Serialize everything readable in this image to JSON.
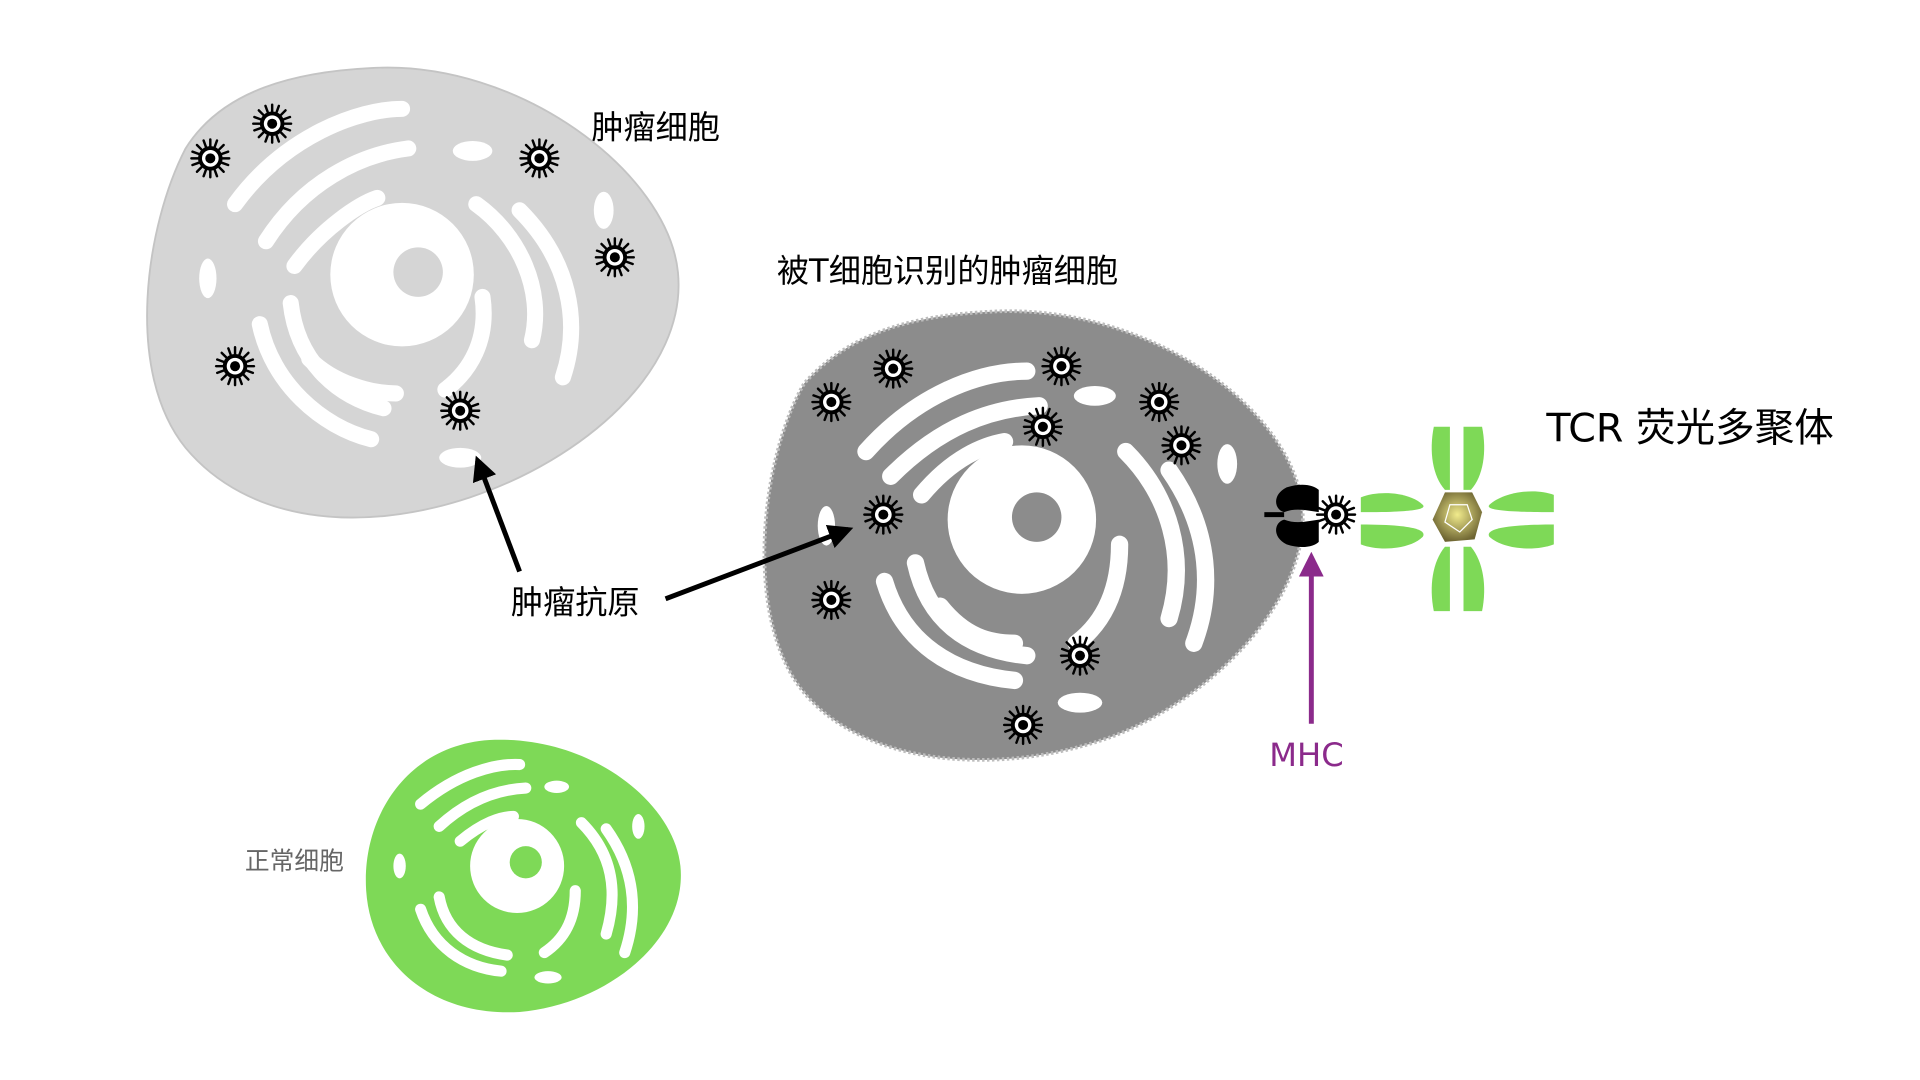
{
  "labels": {
    "tumor_cell": "肿瘤细胞",
    "recognized_tumor_cell": "被T细胞识别的肿瘤细胞",
    "tumor_antigen": "肿瘤抗原",
    "normal_cell": "正常细胞",
    "mhc": "MHC",
    "tcr_multimer": "TCR 荧光多聚体"
  },
  "colors": {
    "tumor_cell": "#d5d5d5",
    "recognized_cell": "#8c8c8c",
    "normal_cell": "#7ed957",
    "tcr_arm": "#7ed957",
    "fluorophore": "#a89a4a",
    "mhc_arrow": "#8b2a8b"
  }
}
